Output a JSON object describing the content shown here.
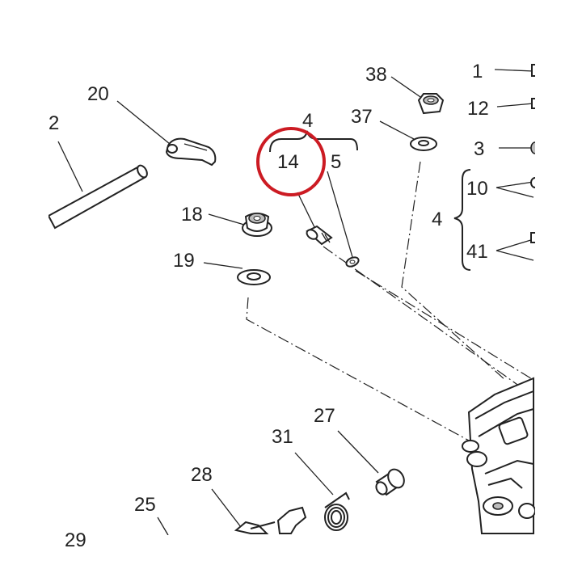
{
  "labels": {
    "p1": "1",
    "p2": "2",
    "p3": "3",
    "p4_top": "4",
    "p4_side": "4",
    "p5": "5",
    "p10": "10",
    "p12": "12",
    "p14": "14",
    "p18": "18",
    "p19": "19",
    "p20": "20",
    "p25": "25",
    "p27": "27",
    "p28": "28",
    "p29": "29",
    "p31": "31",
    "p37": "37",
    "p38": "38",
    "p41": "41"
  },
  "highlight": {
    "target_part": "14",
    "color": "#cc1b23"
  }
}
